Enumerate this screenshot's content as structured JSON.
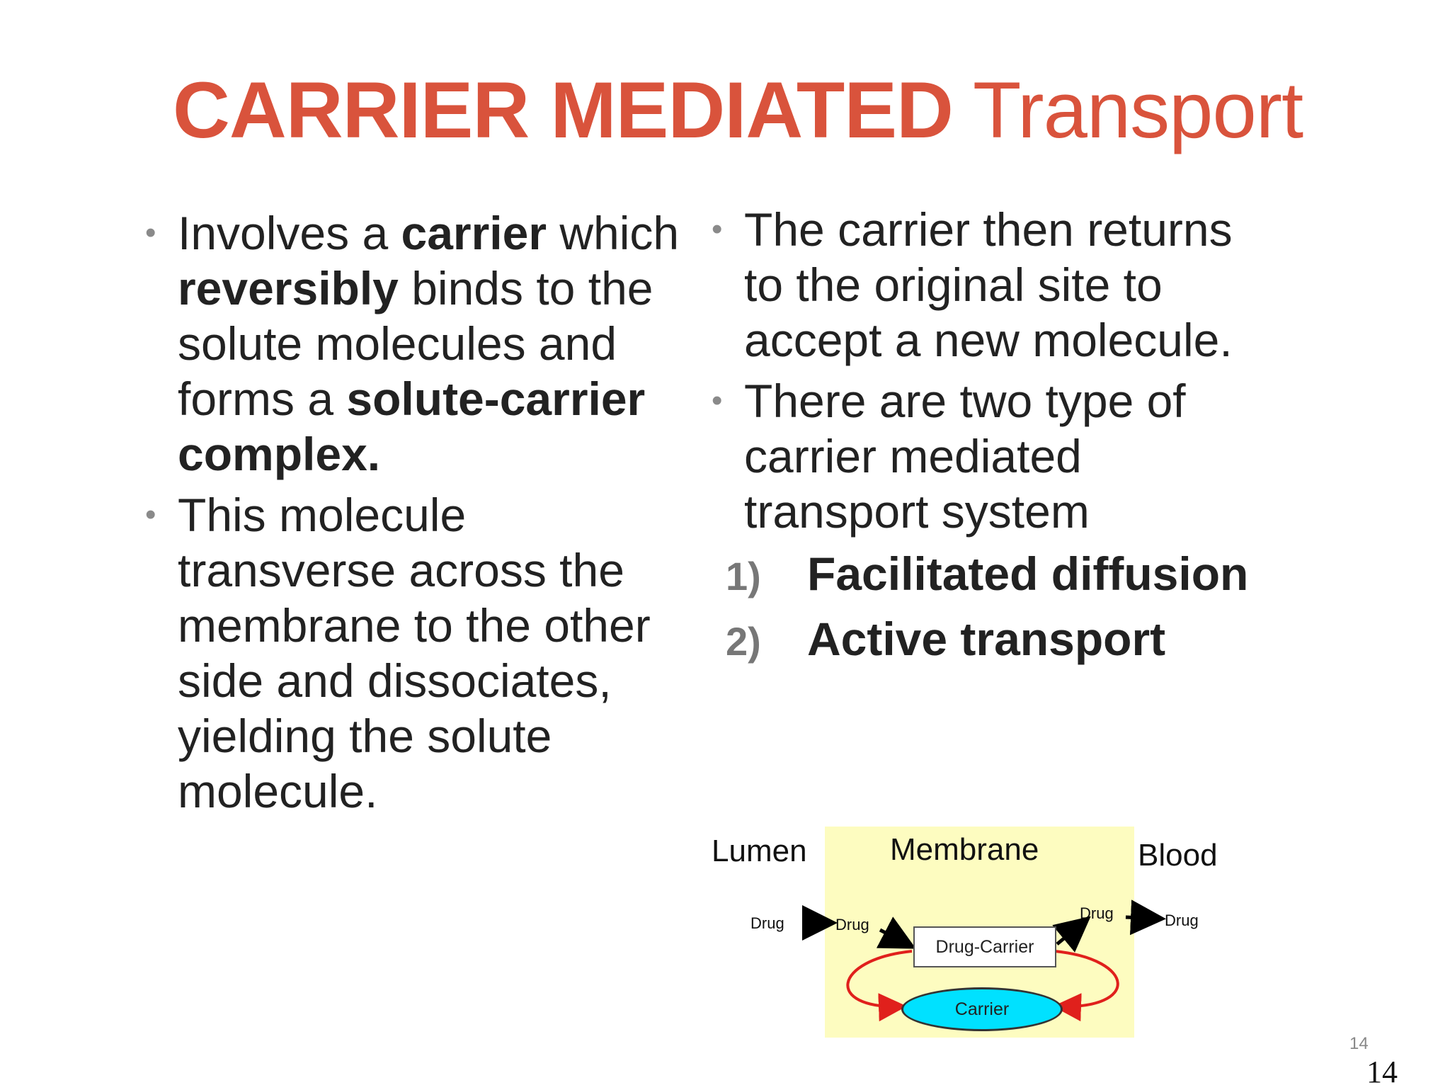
{
  "title": {
    "bold": "CARRIER MEDIATED",
    "normal": "Transport"
  },
  "left_column": {
    "bullet1": {
      "t1": "Involves a ",
      "b1": "carrier",
      "t2": " which ",
      "b2": "reversibly",
      "t3": " binds to the solute molecules and forms a ",
      "b3": "solute-carrier complex."
    },
    "bullet2": "This molecule transverse across the membrane to the other side and dissociates, yielding the solute molecule."
  },
  "right_column": {
    "bullet1": "The carrier then returns to the original site to accept a new molecule.",
    "bullet2": "There are two type of carrier mediated transport system",
    "items": [
      {
        "num": "1)",
        "label": "Facilitated diffusion"
      },
      {
        "num": "2)",
        "label": "Active transport"
      }
    ]
  },
  "diagram": {
    "lumen": "Lumen",
    "membrane": "Membrane",
    "blood": "Blood",
    "drug_out_left": "Drug",
    "drug_in_left": "Drug",
    "drug_in_right": "Drug",
    "drug_out_right": "Drug",
    "drug_carrier": "Drug-Carrier",
    "carrier": "Carrier",
    "colors": {
      "membrane_bg": "#fdfcc0",
      "carrier_fill": "#00e1ff",
      "cycle_arrow": "#e0201c"
    }
  },
  "page": {
    "number_small": "14",
    "number": "14"
  },
  "colors": {
    "title": "#d9533c",
    "bullet": "#8a8a8a"
  }
}
